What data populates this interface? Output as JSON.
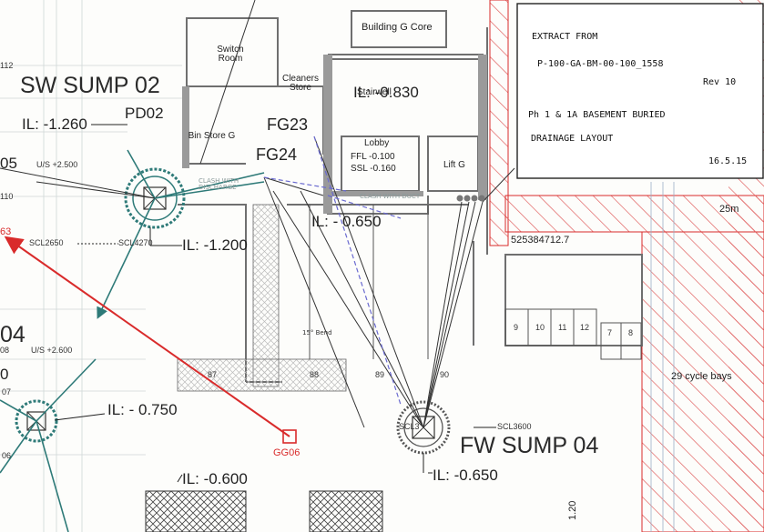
{
  "labels": {
    "sw_sump": "SW SUMP 02",
    "fw_sump": "FW SUMP 04",
    "pd02": "PD02",
    "il_1260": "IL: -1.260",
    "il_1200": "IL: -1.200",
    "il_0750": "IL: - 0.750",
    "il_0600": "IL: -0.600",
    "il_0650_bottom": "IL: -0.650",
    "il_0650_mid": "IL: - 0.650",
    "il_0830": "IL: -0.830",
    "fg23": "FG23",
    "fg24": "FG24",
    "gg06": "GG06",
    "us_2500": "U/S +2.500",
    "us_2600": "U/S +2.600",
    "scl2650": "SCL2650",
    "scl4270": "SCL4270",
    "scl3600": "SCL3600",
    "scl_partial": "SCL3",
    "left_05": "05",
    "left_04": "04",
    "left_03": "63",
    "left_112": "112",
    "left_110": "110",
    "left_08": "08",
    "left_07": "07",
    "left_06": "06",
    "left_0": "0",
    "grid_87": "87",
    "grid_88": "88",
    "grid_89": "89",
    "grid_90": "90",
    "num_120": "1.20",
    "cycle_bays": "29 cycle bays",
    "coord": "525384712.7",
    "dim_25m": "25m",
    "bay_9": "9",
    "bay_10": "10",
    "bay_11": "11",
    "bay_12": "12",
    "bay_7": "7",
    "bay_8": "8",
    "clash_1": "CLASH WITH DISCHARGE",
    "clash_2": "CLASH WITH DUCT",
    "bend": "15° Bend"
  },
  "rooms": {
    "building_g_core": "Building G Core",
    "switch_room": "Switch Room",
    "cleaners_store": "Cleaners Store",
    "stairwell": "Stairwell",
    "bin_store": "Bin Store G",
    "lobby": "Lobby",
    "lobby_ffl": "FFL -0.100",
    "lobby_ssl": "SSL -0.160",
    "lift": "Lift G"
  },
  "note": {
    "line1": "EXTRACT FROM",
    "line2": "P-100-GA-BM-00-100_1558",
    "line3": "Rev 10",
    "line4": "Ph 1 & 1A BASEMENT BURIED",
    "line5": "DRAINAGE LAYOUT",
    "line6": "16.5.15"
  },
  "colors": {
    "teal": "#2e7a78",
    "red": "#d92b2b",
    "wall": "#7d7d7d",
    "hatch": "#e06060"
  }
}
